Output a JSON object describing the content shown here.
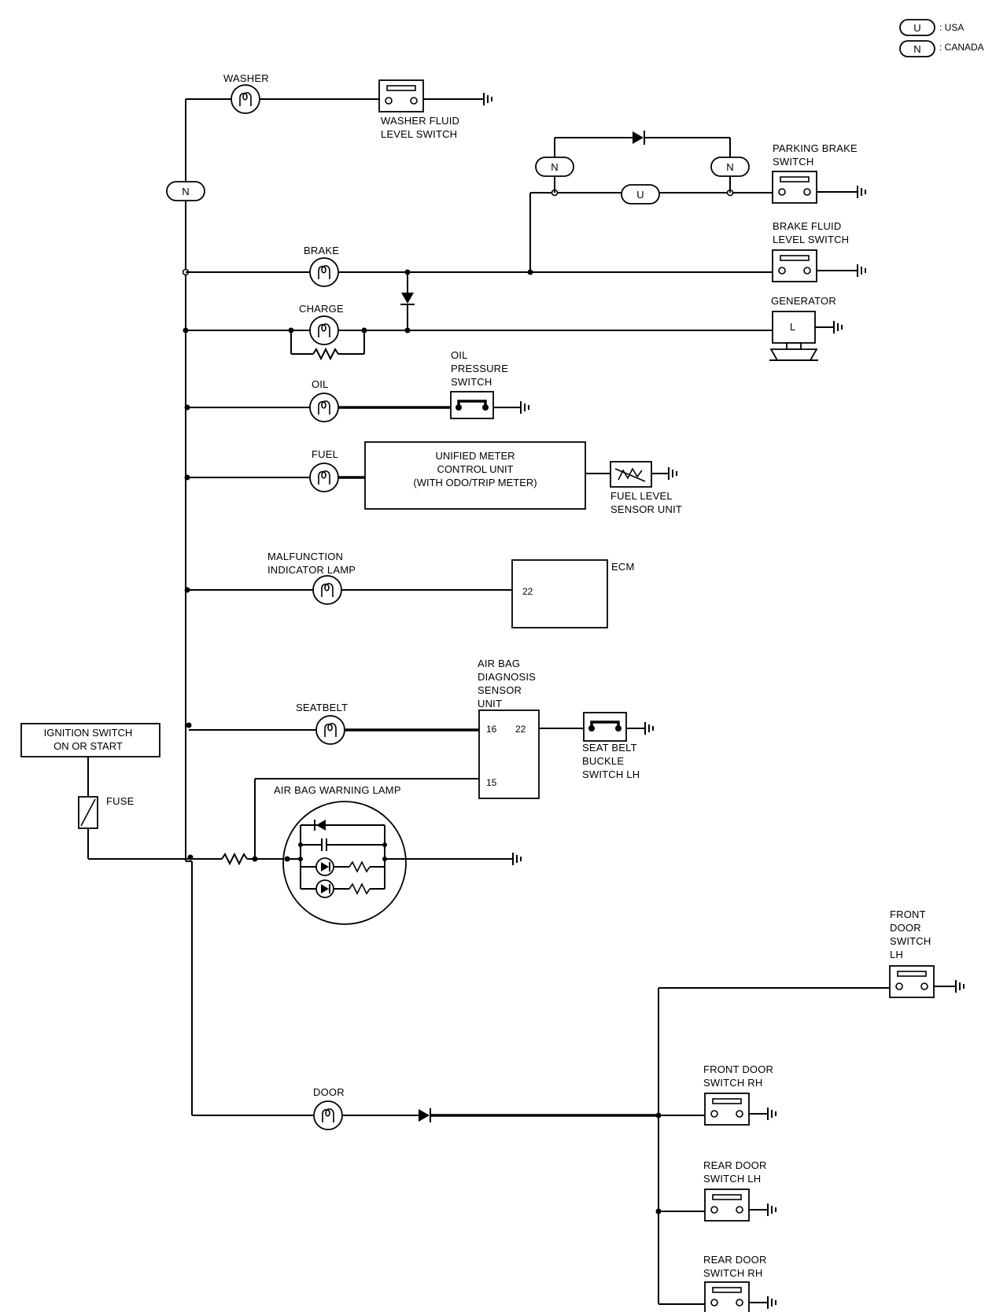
{
  "legend": {
    "usa_code": "U",
    "usa_text": ": USA",
    "canada_code": "N",
    "canada_text": ": CANADA"
  },
  "labels": {
    "washer": "WASHER",
    "washer_switch_1": "WASHER FLUID",
    "washer_switch_2": "LEVEL SWITCH",
    "parking_1": "PARKING BRAKE",
    "parking_2": "SWITCH",
    "brake_fluid_1": "BRAKE FLUID",
    "brake_fluid_2": "LEVEL SWITCH",
    "brake": "BRAKE",
    "charge": "CHARGE",
    "generator": "GENERATOR",
    "generator_terminal": "L",
    "oil": "OIL",
    "oil_switch_1": "OIL",
    "oil_switch_2": "PRESSURE",
    "oil_switch_3": "SWITCH",
    "fuel": "FUEL",
    "meter_1": "UNIFIED METER",
    "meter_2": "CONTROL UNIT",
    "meter_3": "(WITH ODO/TRIP METER)",
    "fuel_sensor_1": "FUEL LEVEL",
    "fuel_sensor_2": "SENSOR UNIT",
    "mil_1": "MALFUNCTION",
    "mil_2": "INDICATOR LAMP",
    "ecm": "ECM",
    "ecm_pin": "22",
    "airbag_unit_1": "AIR BAG",
    "airbag_unit_2": "DIAGNOSIS",
    "airbag_unit_3": "SENSOR",
    "airbag_unit_4": "UNIT",
    "pin_16": "16",
    "pin_22": "22",
    "pin_15": "15",
    "seatbelt": "SEATBELT",
    "buckle_1": "SEAT BELT",
    "buckle_2": "BUCKLE",
    "buckle_3": "SWITCH LH",
    "ignition_1": "IGNITION SWITCH",
    "ignition_2": "ON OR START",
    "fuse": "FUSE",
    "airbag_lamp": "AIR BAG WARNING LAMP",
    "front_lh_1": "FRONT",
    "front_lh_2": "DOOR",
    "front_lh_3": "SWITCH",
    "front_lh_4": "LH",
    "front_rh_1": "FRONT DOOR",
    "front_rh_2": "SWITCH RH",
    "rear_lh_1": "REAR DOOR",
    "rear_lh_2": "SWITCH LH",
    "rear_rh_1": "REAR DOOR",
    "rear_rh_2": "SWITCH RH",
    "door": "DOOR",
    "conn_n": "N",
    "conn_u": "U"
  }
}
